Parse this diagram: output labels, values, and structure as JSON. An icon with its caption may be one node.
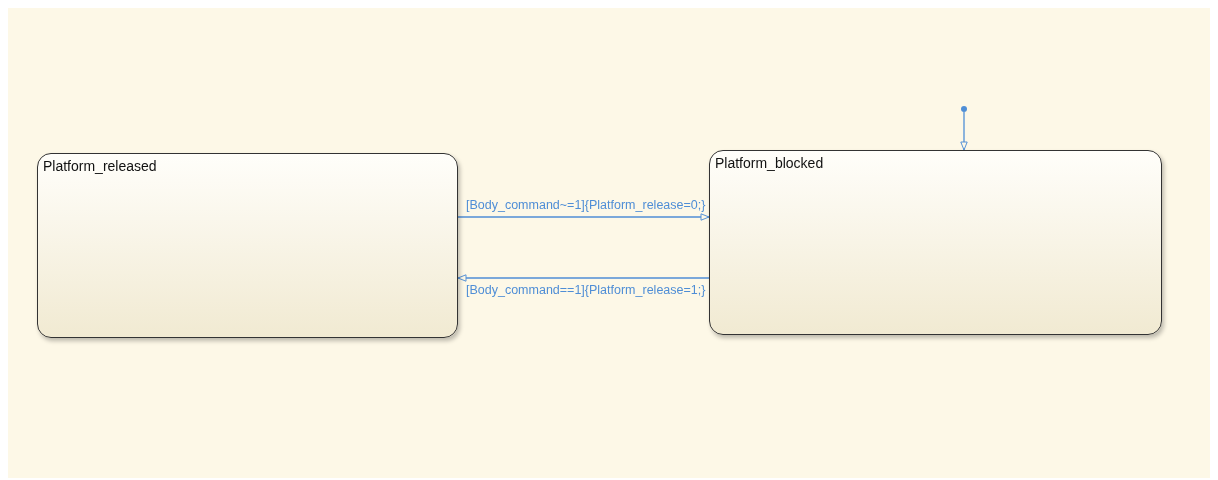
{
  "diagram": {
    "nodes": [
      {
        "text": [
          "Platform_released"
        ]
      },
      {
        "text": [
          "Platform_blocked"
        ]
      },
      {
        "text": [],
        "shape": "circle"
      }
    ],
    "edges": [
      {
        "from": 0,
        "to": 1,
        "arrow": "to",
        "label": "[Body_command~=1]{Platform_release=0;}"
      },
      {
        "from": 1,
        "to": 0,
        "arrow": "to",
        "label": "[Body_command==1]{Platform_release=1;}"
      },
      {
        "from": 2,
        "to": 1,
        "arrow": "to"
      }
    ]
  }
}
